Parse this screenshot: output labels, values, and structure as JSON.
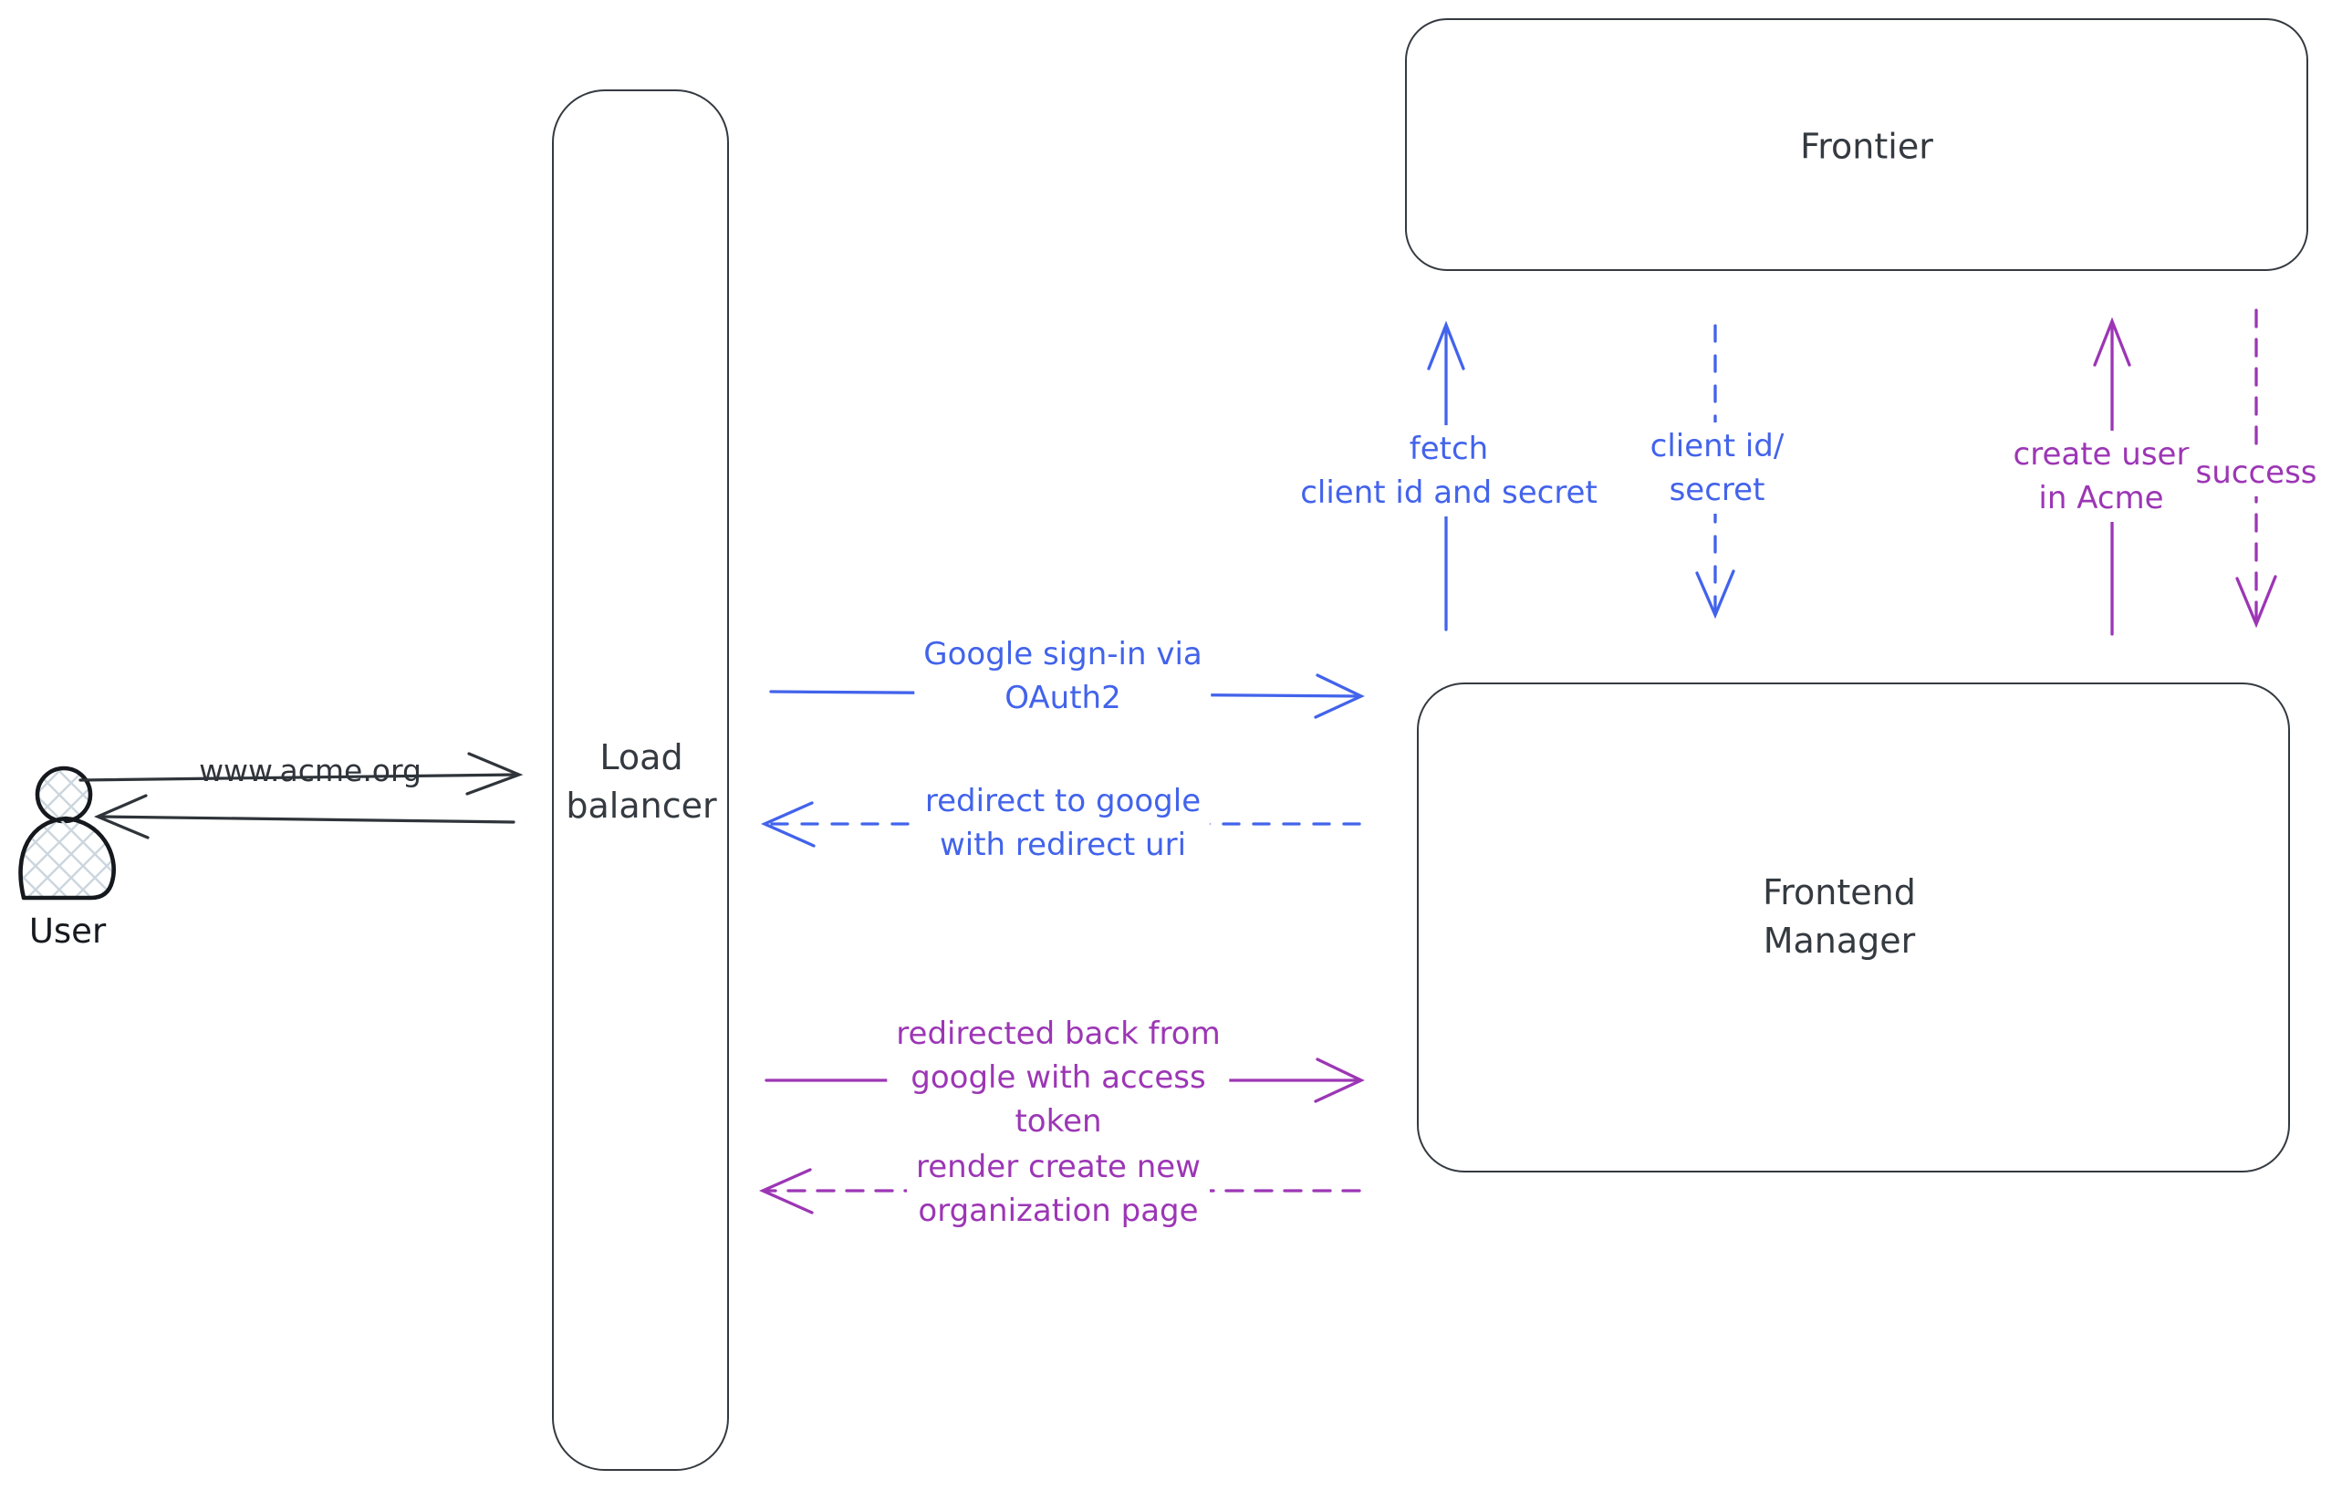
{
  "colors": {
    "node_stroke": "#343a40",
    "actor_stroke": "#15181d",
    "actor_fill_hatch": "#ccd6de",
    "dark_arrow": "#2f343a",
    "blue": "#4263eb",
    "purple": "#9c36b5",
    "background": "#ffffff"
  },
  "actor": {
    "label": "User"
  },
  "nodes": {
    "load_balancer": {
      "line1": "Load",
      "line2": "balancer"
    },
    "frontier": {
      "label": "Frontier"
    },
    "frontend_manager": {
      "line1": "Frontend",
      "line2": "Manager"
    }
  },
  "flows": {
    "www_request": {
      "label": "www.acme.org",
      "from": "User",
      "to": "Load balancer",
      "line_style": "solid",
      "color": "dark"
    },
    "www_response": {
      "label": "",
      "from": "Load balancer",
      "to": "User",
      "line_style": "solid",
      "color": "dark"
    },
    "google_signin": {
      "line1": "Google sign-in via",
      "line2": "OAuth2",
      "from": "Load balancer",
      "to": "Frontend Manager",
      "line_style": "solid",
      "color": "blue"
    },
    "redirect_google": {
      "line1": "redirect to google",
      "line2": "with redirect uri",
      "from": "Frontend Manager",
      "to": "Load balancer",
      "line_style": "dashed",
      "color": "blue"
    },
    "fetch_client_secret": {
      "line1": "fetch",
      "line2": "client id and secret",
      "from": "Frontend Manager",
      "to": "Frontier",
      "line_style": "solid",
      "color": "blue"
    },
    "client_id_secret": {
      "line1": "client id/",
      "line2": "secret",
      "from": "Frontier",
      "to": "Frontend Manager",
      "line_style": "dashed",
      "color": "blue"
    },
    "redirected_back": {
      "line1": "redirected back from",
      "line2": "google with access",
      "line3": "token",
      "from": "Load balancer",
      "to": "Frontend Manager",
      "line_style": "solid",
      "color": "purple"
    },
    "render_org_page": {
      "line1": "render create new",
      "line2": "organization page",
      "from": "Frontend Manager",
      "to": "Load balancer",
      "line_style": "dashed",
      "color": "purple"
    },
    "create_user": {
      "line1": "create user",
      "line2": "in Acme",
      "from": "Frontend Manager",
      "to": "Frontier",
      "line_style": "solid",
      "color": "purple"
    },
    "success": {
      "label": "success",
      "from": "Frontier",
      "to": "Frontend Manager",
      "line_style": "dashed",
      "color": "purple"
    }
  }
}
